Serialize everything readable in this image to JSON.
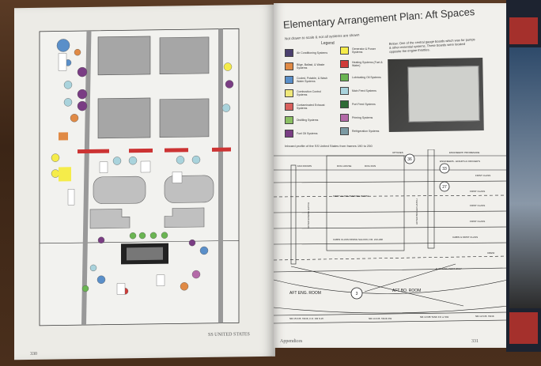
{
  "left_page": {
    "footer_title": "SS UNITED STATES",
    "page_number": "330"
  },
  "right_page": {
    "title": "Elementary Arrangement Plan:  Aft Spaces",
    "subtitle": "Not drawn to scale & not all systems are shown",
    "legend_heading": "Legend",
    "legend": [
      {
        "label": "Air Conditioning Systems",
        "color": "#4b3f6e"
      },
      {
        "label": "Bilge, Ballast, & Waste Systems",
        "color": "#e08a45"
      },
      {
        "label": "Cooled, Potable, & Wash Water Systems",
        "color": "#5a8fc9"
      },
      {
        "label": "Combustion Control Systems",
        "color": "#f0e87a"
      },
      {
        "label": "Contaminated Exhaust Systems",
        "color": "#d9605d"
      },
      {
        "label": "Distilling Systems",
        "color": "#8cc063"
      },
      {
        "label": "Fuel Oil Systems",
        "color": "#7a3d84"
      },
      {
        "label": "Generator & Power Systems",
        "color": "#f5ec4a"
      },
      {
        "label": "Heating Systems (Fuel & Water)",
        "color": "#cf3b38"
      },
      {
        "label": "Lubricating Oil Systems",
        "color": "#6ab552"
      },
      {
        "label": "Main Feed Systems",
        "color": "#a9d3dc"
      },
      {
        "label": "Port Feed Systems",
        "color": "#2f6b36"
      },
      {
        "label": "Priming Systems",
        "color": "#b46aa8"
      },
      {
        "label": "Refrigeration Systems",
        "color": "#7c9aa3"
      }
    ],
    "caption": "Below: One of the central gauge boards which was for pumps & other essential systems. These boards were located opposite the engine throttles.",
    "profile_label": "Inboard profile of the SS United States from frames 190 to 250",
    "profile": {
      "circles": [
        "36",
        "33",
        "27",
        "3"
      ],
      "rooms": [
        "FIRST CLASS SMOKING ROOM",
        "CABIN CLASS DINING SALOON, FR. 213-238",
        "AFT ENG. ROOM",
        "AFT BO. ROOM",
        "ENGINEERS' PROMENADE",
        "ENGINEERS - ENGR'S & OFFICER'S",
        "FIRST CLASS",
        "FIRST CLASS",
        "FIRST CLASS",
        "FIRST CLASS",
        "CABIN & FIRST CLASS",
        "CREW",
        "FAN ROOMS",
        "DOG HOUSE",
        "DOG RUN",
        "UPTAKES",
        "AFTER ENGINE HATCH",
        "AFTER BOILER HATCH",
        "D.W. TANK PORT ONLY",
        "NR.15 D.B. TANK, F.O. OR S.W.",
        "NR.14 D.B. TANK FW",
        "NR.13 DB TANK FO or SW",
        "NR.12 D.B. TANK"
      ]
    },
    "footer_section": "Appendices",
    "page_number": "331"
  }
}
